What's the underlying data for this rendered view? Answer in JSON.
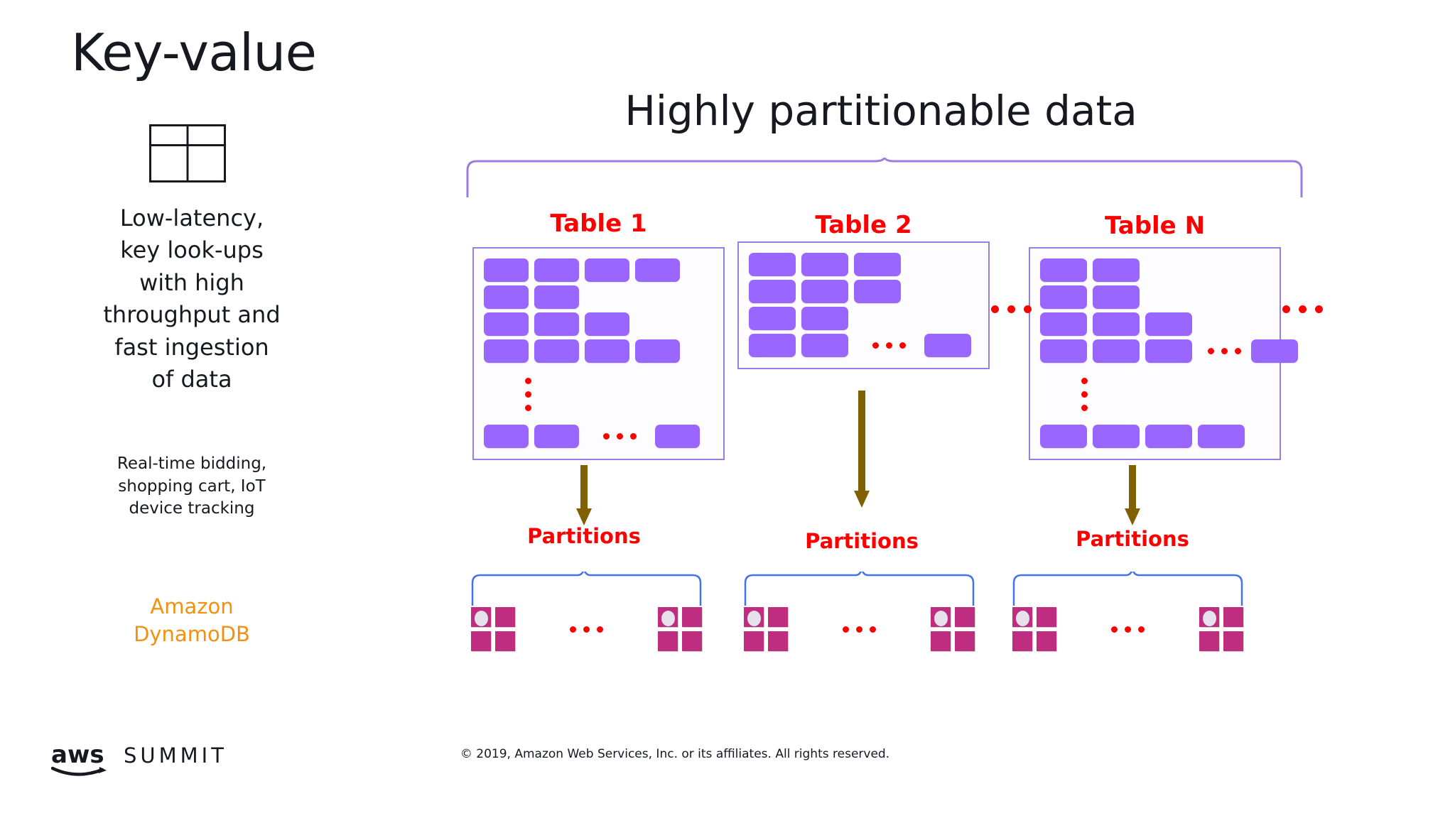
{
  "slide": {
    "title": "Key-value",
    "description": "Low-latency,\nkey look-ups\nwith high\nthroughput and\nfast ingestion\nof data",
    "use_cases": "Real-time bidding,\nshopping cart, IoT\ndevice tracking",
    "service_name": "Amazon\nDynamoDB",
    "main_heading": "Highly partitionable data"
  },
  "colors": {
    "accent_orange": "#F29111",
    "label_red": "#FF0000",
    "cell_purple": "#9966FF",
    "table_border_purple": "#9b7ce0",
    "partition_magenta": "#BE2D7F",
    "arrow_olive": "#806000",
    "brace_blue": "#4472E8",
    "text_dark": "#16191F"
  },
  "tables": [
    {
      "label": "Table 1",
      "rows": [
        {
          "cells": 4,
          "trailing_dots": false,
          "tail_cell": false
        },
        {
          "cells": 2,
          "trailing_dots": false,
          "tail_cell": false
        },
        {
          "cells": 3,
          "trailing_dots": false,
          "tail_cell": false
        },
        {
          "cells": 4,
          "trailing_dots": false,
          "tail_cell": false
        }
      ],
      "vertical_ellipsis": true,
      "last_row": {
        "cells": 2,
        "trailing_dots": true,
        "tail_cell": true
      }
    },
    {
      "label": "Table 2",
      "rows": [
        {
          "cells": 3,
          "trailing_dots": false,
          "tail_cell": false
        },
        {
          "cells": 3,
          "trailing_dots": false,
          "tail_cell": false
        },
        {
          "cells": 2,
          "trailing_dots": false,
          "tail_cell": false
        }
      ],
      "vertical_ellipsis": false,
      "last_row": {
        "cells": 2,
        "trailing_dots": true,
        "tail_cell": true
      }
    },
    {
      "label": "Table N",
      "rows": [
        {
          "cells": 2,
          "trailing_dots": false,
          "tail_cell": false
        },
        {
          "cells": 2,
          "trailing_dots": false,
          "tail_cell": false
        },
        {
          "cells": 3,
          "trailing_dots": false,
          "tail_cell": false
        },
        {
          "cells": 3,
          "trailing_dots": true,
          "tail_cell": true
        }
      ],
      "vertical_ellipsis": true,
      "last_row": {
        "cells": 4,
        "trailing_dots": false,
        "tail_cell": false
      }
    }
  ],
  "between_table_ellipsis": [
    "...",
    "..."
  ],
  "partitions": [
    {
      "label": "Partitions",
      "icons": 2,
      "ellipsis": "..."
    },
    {
      "label": "Partitions",
      "icons": 2,
      "ellipsis": "..."
    },
    {
      "label": "Partitions",
      "icons": 2,
      "ellipsis": "..."
    }
  ],
  "footer": {
    "logo_aws": "aws",
    "logo_summit": "SUMMIT",
    "copyright": "© 2019, Amazon Web Services, Inc. or its affiliates. All rights reserved."
  }
}
